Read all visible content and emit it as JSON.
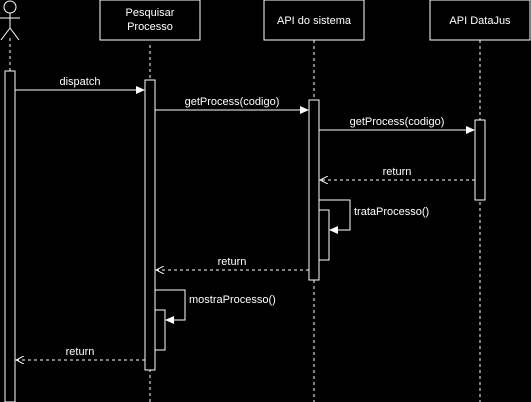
{
  "participants": {
    "actor": {
      "label": ""
    },
    "pesquisar": {
      "label_line1": "Pesquisar",
      "label_line2": "Processo"
    },
    "api_sistema": {
      "label": "API do sistema"
    },
    "api_datajus": {
      "label": "API DataJus"
    }
  },
  "messages": {
    "dispatch": "dispatch",
    "get_process_1": "getProcess(codigo)",
    "get_process_2": "getProcess(codigo)",
    "return_datajus": "return",
    "trata_processo": "trataProcesso()",
    "return_sistema": "return",
    "mostra_processo": "mostraProcesso()",
    "return_pesquisar": "return"
  },
  "colors": {
    "background": "#000000",
    "foreground": "#ffffff"
  }
}
